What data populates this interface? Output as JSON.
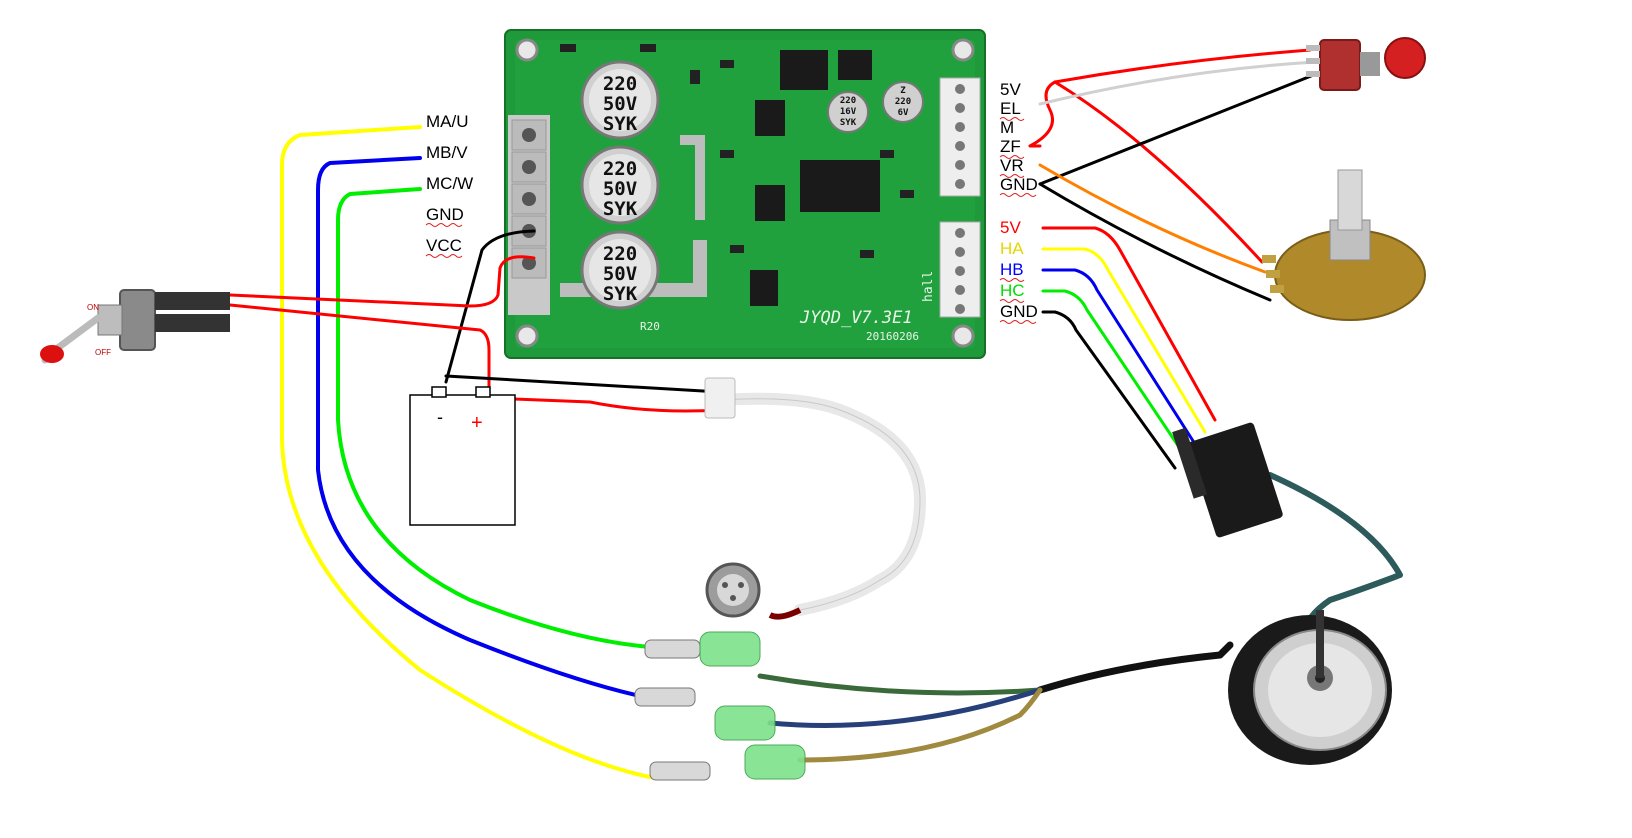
{
  "board": {
    "model": "JYQD_V7.3E1",
    "date": "20160206",
    "resistor": "R20",
    "hall_label": "hall",
    "cap_big": [
      "220",
      "50V",
      "SYK"
    ],
    "cap_small_a": [
      "220",
      "16V",
      "SYK"
    ],
    "cap_small_b": [
      "Z",
      "220",
      "6V"
    ]
  },
  "left_labels": {
    "ma": "MA/U",
    "mb": "MB/V",
    "mc": "MC/W",
    "gnd": "GND",
    "vcc": "VCC"
  },
  "control_labels": {
    "v5": "5V",
    "el": "EL",
    "m": "M",
    "zf": "ZF",
    "vr": "VR",
    "gnd": "GND"
  },
  "hall_labels": {
    "v5": "5V",
    "ha": "HA",
    "hb": "HB",
    "hc": "HC",
    "gnd": "GND"
  },
  "battery": {
    "minus": "-",
    "plus": "+"
  },
  "switch_marks": {
    "on": "ON",
    "off": "OFF"
  },
  "colors": {
    "pcb": "#1f9a3a",
    "wire_red": "#ff0000",
    "wire_black": "#000000",
    "wire_yellow": "#ffff00",
    "wire_blue": "#0000ee",
    "wire_green": "#00ee00",
    "wire_orange": "#ff8000",
    "wire_white": "#cccccc",
    "label_5v": "#ff0000",
    "label_ha": "#e6d600",
    "label_hb": "#0000ff",
    "label_hc": "#00dd00",
    "label_gnd": "#000000"
  }
}
